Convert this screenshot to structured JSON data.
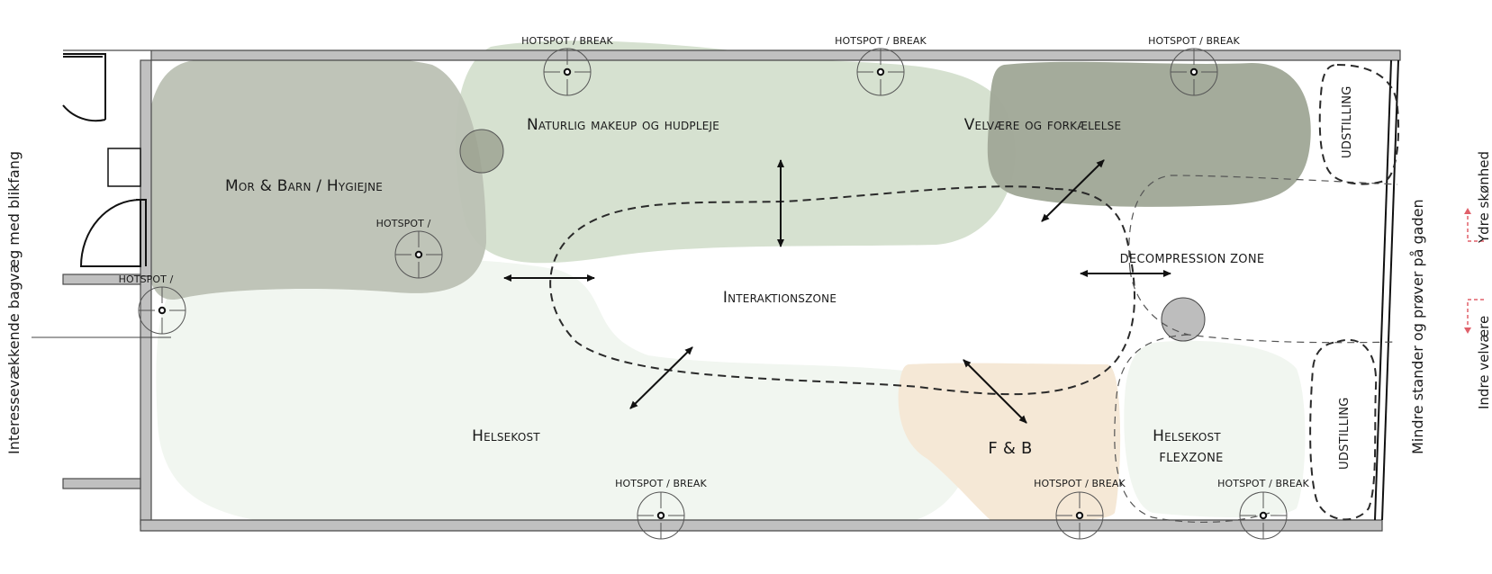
{
  "diagram": {
    "type": "store floor plan zoning",
    "zones": [
      {
        "id": "mor-barn",
        "label": "Mor & Barn / Hygiejne",
        "color": "#bcc1b4"
      },
      {
        "id": "naturlig",
        "label": "Naturlig makeup og hudpleje",
        "color": "#d4dfcd"
      },
      {
        "id": "velvaere",
        "label": "Velvære og forkælelse",
        "color": "#a1a898"
      },
      {
        "id": "interaktion",
        "label": "Interaktionszone",
        "color": "#ffffff"
      },
      {
        "id": "decompression",
        "label": "DECOMPRESSION ZONE",
        "color": "#ffffff"
      },
      {
        "id": "helsekost",
        "label": "Helsekost",
        "color": "#f1f6f0"
      },
      {
        "id": "fb",
        "label": "F & B",
        "color": "#f5e8d6"
      },
      {
        "id": "helsekost-flex",
        "label": "Helsekost",
        "sublabel": "FLEXZONE",
        "color": "#f1f6f0"
      },
      {
        "id": "udstilling-top",
        "label": "UDSTILLING"
      },
      {
        "id": "udstilling-bottom",
        "label": "UDSTILLING"
      }
    ],
    "hotspots": [
      {
        "label": "HOTSPOT / BREAK"
      },
      {
        "label": "HOTSPOT / BREAK"
      },
      {
        "label": "HOTSPOT / BREAK"
      },
      {
        "label": "HOTSPOT /"
      },
      {
        "label": "HOTSPOT /"
      },
      {
        "label": "HOTSPOT / BREAK"
      },
      {
        "label": "HOTSPOT / BREAK"
      },
      {
        "label": "HOTSPOT / BREAK"
      }
    ],
    "side_labels": {
      "left": "Interessevækkende bagvæg med blikfang",
      "right": "Mindre stander og prøver på gaden"
    },
    "legend": {
      "outer": "Ydre skønhed",
      "inner": "Indre velvære",
      "arrow_color": "#e0606a"
    },
    "colors": {
      "wall": "#c0c0c0",
      "column_dark": "#9aa08f",
      "column_grey": "#bdbdbd"
    }
  }
}
